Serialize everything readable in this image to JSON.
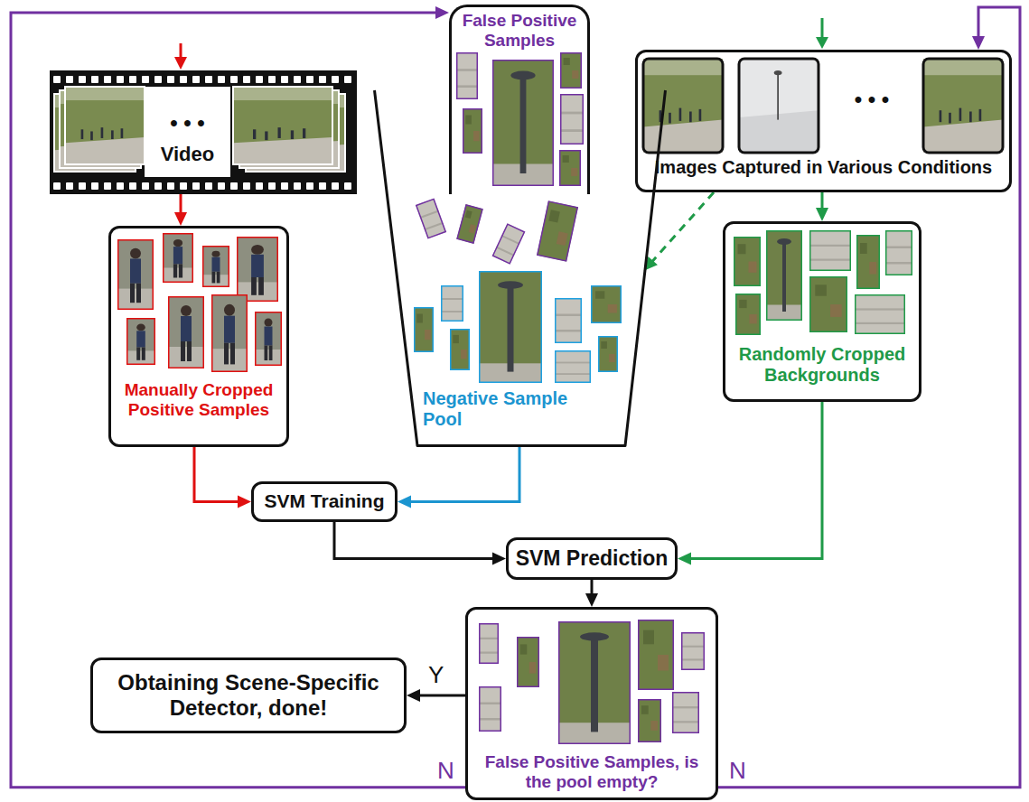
{
  "diagram": {
    "nodes": [
      {
        "text": [
          "Video"
        ]
      },
      {
        "text": [
          "False Positive Samples"
        ]
      },
      {
        "text": [
          "Images Captured in Various Conditions"
        ]
      },
      {
        "text": [
          "Manually Cropped Positive Samples"
        ]
      },
      {
        "text": [
          "Negative Sample Pool"
        ]
      },
      {
        "text": [
          "Randomly Cropped Backgrounds"
        ]
      },
      {
        "text": [
          "SVM Training"
        ]
      },
      {
        "text": [
          "SVM Prediction"
        ]
      },
      {
        "text": [
          "Obtaining Scene-Specific Detector, done!"
        ]
      },
      {
        "text": [
          "False Positive Samples, is the pool empty?"
        ]
      }
    ],
    "edges": [
      {
        "from": 0,
        "to": 3,
        "arrow": "to"
      },
      {
        "from": 2,
        "to": 5,
        "arrow": "to"
      },
      {
        "from": 2,
        "to": 4,
        "arrow": "to"
      },
      {
        "from": 3,
        "to": 6,
        "arrow": "to"
      },
      {
        "from": 4,
        "to": 6,
        "arrow": "to"
      },
      {
        "from": 6,
        "to": 7,
        "arrow": "to"
      },
      {
        "from": 5,
        "to": 7,
        "arrow": "to"
      },
      {
        "from": 7,
        "to": 9,
        "arrow": "to"
      },
      {
        "from": 9,
        "to": 8,
        "label": "Y",
        "arrow": "to"
      },
      {
        "from": 9,
        "to": 1,
        "label": "N",
        "arrow": "to"
      },
      {
        "from": 9,
        "to": 2,
        "label": "N",
        "arrow": "to"
      }
    ],
    "labels": [
      "• • •",
      "• • •"
    ]
  }
}
